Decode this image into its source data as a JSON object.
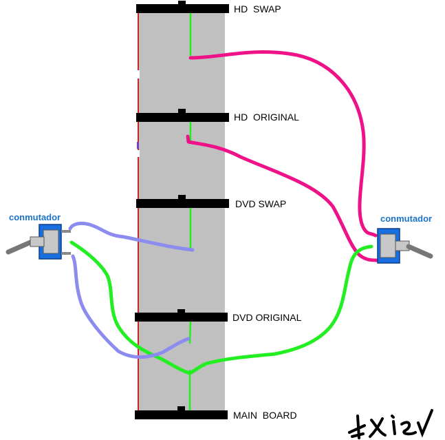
{
  "connectors": {
    "hd_swap": "HD  SWAP",
    "hd_original": "HD  ORIGINAL",
    "dvd_swap": "DVD SWAP",
    "dvd_original": "DVD ORIGINAL",
    "main_board": "MAIN  BOARD"
  },
  "switches": {
    "left_label": "conmutador",
    "right_label": "conmutador"
  },
  "colors": {
    "ribbon": "#c0c0c0",
    "connector": "#000000",
    "stripe_red": "#cc2222",
    "wire_green": "#22ee22",
    "wire_magenta": "#ee1188",
    "wire_blue": "#8c8cf0",
    "switch_body": "#1a6fe0",
    "label_blue": "#1a73c9"
  },
  "icons": [
    "toggle-switch-icon",
    "signature-mark"
  ]
}
